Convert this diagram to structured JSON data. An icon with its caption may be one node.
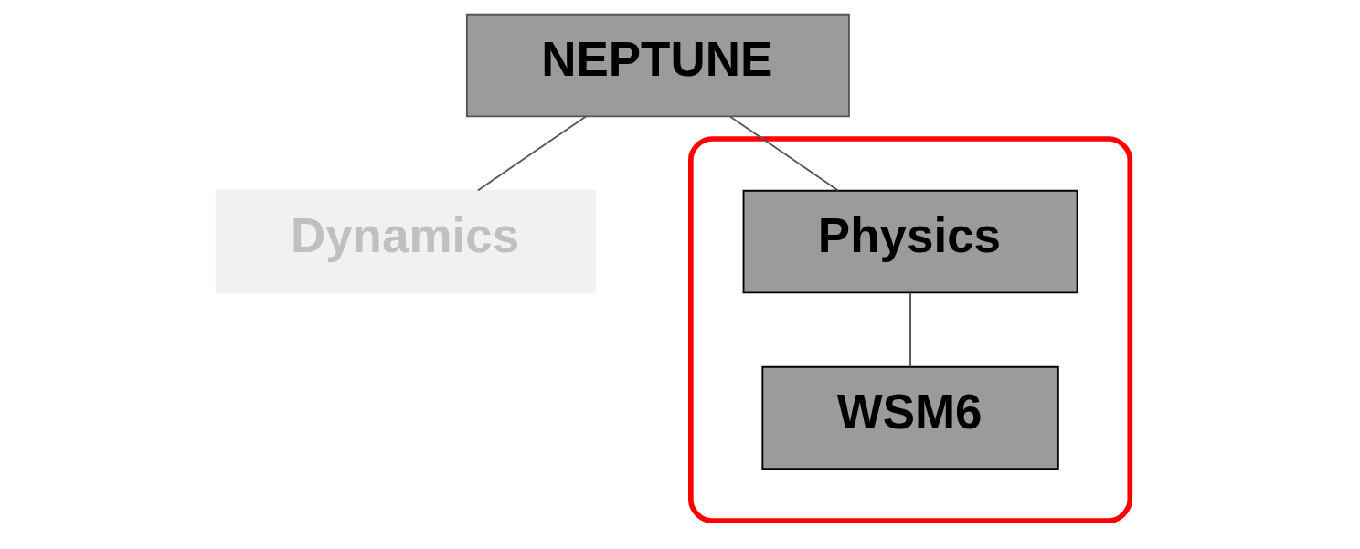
{
  "diagram": {
    "nodes": [
      {
        "text": [
          "NEPTUNE"
        ]
      },
      {
        "text": [
          "Dynamics"
        ]
      },
      {
        "text": [],
        "shape": "ellipse"
      },
      {
        "text": [
          "Physics"
        ],
        "in": 2
      },
      {
        "text": [
          "WSM6"
        ],
        "in": 2
      }
    ],
    "edges": [
      {
        "from": 0,
        "to": 1,
        "arrow": "none"
      },
      {
        "from": 0,
        "to": 3,
        "arrow": "none"
      },
      {
        "from": 3,
        "to": 4,
        "arrow": "none"
      }
    ]
  }
}
